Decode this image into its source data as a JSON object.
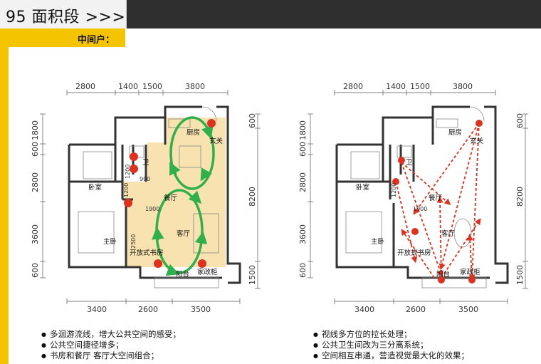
{
  "header": {
    "title": "95 面积段 >>>",
    "subtitle": "中间户："
  },
  "plans": [
    {
      "top_dims": [
        "2800",
        "1400",
        "1500",
        "3800"
      ],
      "bottom_dims": [
        "3400",
        "2600",
        "3500"
      ],
      "left_dims": [
        "1800",
        "600",
        "2800",
        "3600",
        "600"
      ],
      "right_dims": [
        "600",
        "8200",
        "1500"
      ],
      "rooms": {
        "kitchen": "厨房",
        "foyer": "玄关",
        "bath": "卫",
        "bedroom": "卧室",
        "dining": "餐厅",
        "living": "客厅",
        "master": "主卧",
        "study": "开放式书房",
        "balcony": "阳台",
        "cabinet": "家政柜"
      },
      "inner_dims": [
        "900",
        "1200",
        "1900",
        "2500",
        "1200"
      ]
    },
    {
      "top_dims": [
        "2800",
        "1400",
        "1500",
        "3800"
      ],
      "bottom_dims": [
        "3400",
        "2600",
        "3500"
      ],
      "left_dims": [
        "1800",
        "600",
        "2800",
        "3600",
        "600"
      ],
      "right_dims": [
        "600",
        "8200",
        "1500"
      ],
      "rooms": {
        "kitchen": "厨房",
        "foyer": "玄关",
        "bath": "卫",
        "bedroom": "卧室",
        "dining": "餐厅",
        "living": "客厅",
        "master": "主卧",
        "study": "开放式书房",
        "balcony": "阳台",
        "cabinet": "家政柜"
      },
      "inner_dims": [
        "1200",
        "1900"
      ]
    }
  ],
  "bullets_left": [
    "多洄游流线，增大公共空间的感受；",
    "公共空间捷径增多；",
    "书房和餐厅  客厅大空间组合；"
  ],
  "bullets_right": [
    "视线多方位的拉长处理；",
    "公共卫生间改为三分离系统；",
    "空间相互串通，营造视觉最大化的效果；"
  ],
  "colors": {
    "accent_yellow": "#f5c400",
    "header_dark": "#2f2f2f",
    "public_zone": "#f7e2b0",
    "flow_arrow": "#2fb04a",
    "marker_dot": "#e0301e",
    "sight_arrow": "#e0301e"
  }
}
